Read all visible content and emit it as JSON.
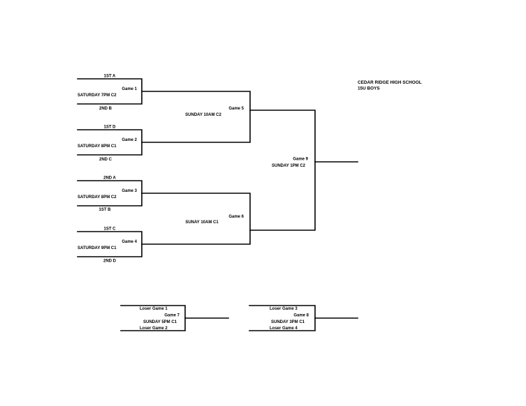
{
  "header": {
    "school": "CEDAR RIDGE HIGH SCHOOL",
    "division": "15U BOYS"
  },
  "round1": [
    {
      "seed_top": "1ST A",
      "seed_bottom": "2ND B",
      "game": "Game 1",
      "time": "SATURDAY 7PM C2"
    },
    {
      "seed_top": "1ST D",
      "seed_bottom": "2ND C",
      "game": "Game 2",
      "time": "SATURDAY 8PM C1"
    },
    {
      "seed_top": "2ND A",
      "seed_bottom": "1ST B",
      "game": "Game 3",
      "time": "SATURDAY 8PM C2"
    },
    {
      "seed_top": "1ST C",
      "seed_bottom": "2ND D",
      "game": "Game 4",
      "time": "SATURDAY 9PM C1"
    }
  ],
  "round2": [
    {
      "game": "Game 5",
      "time": "SUNDAY 10AM C2"
    },
    {
      "game": "Game 6",
      "time": "SUNAY 10AM C1"
    }
  ],
  "final": {
    "game": "Game 9",
    "time": "SUNDAY 1PM C2"
  },
  "consolation": [
    {
      "top": "Loser Game 1",
      "game": "Game 7",
      "time": "SUNDAY 5PM C1",
      "bottom": "Loser Game 2"
    },
    {
      "top": "Loser Game 3",
      "game": "Game 8",
      "time": "SUNDAY 3PM C1",
      "bottom": "Loser Game 4"
    }
  ]
}
